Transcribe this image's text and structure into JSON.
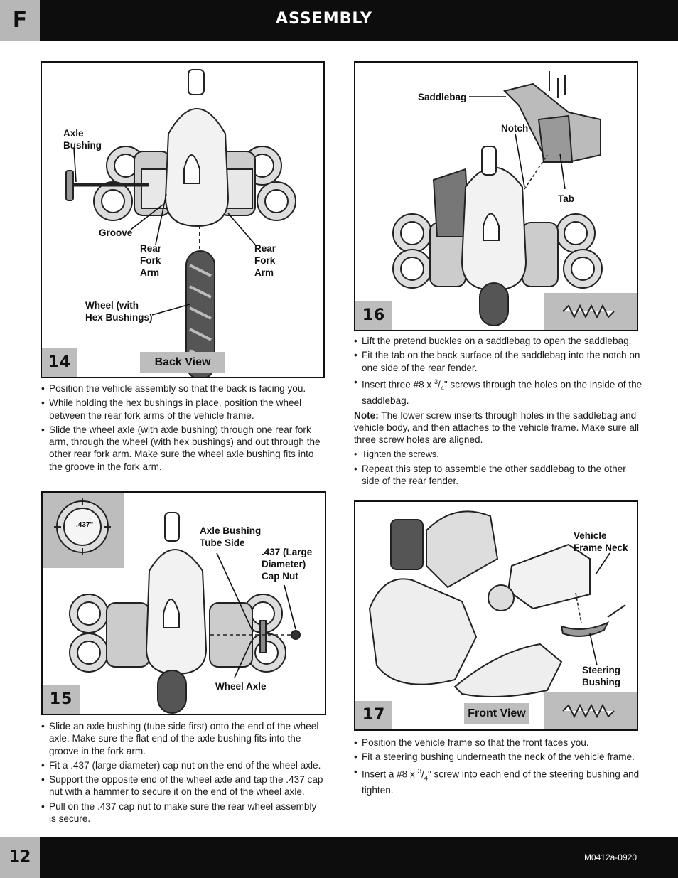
{
  "header": {
    "section": "F",
    "title": "ASSEMBLY"
  },
  "footer": {
    "page_number": "12",
    "code": "M0412a-0920"
  },
  "step14": {
    "number": "14",
    "view": "Back View",
    "labels": {
      "axle_bushing": "Axle\nBushing",
      "groove": "Groove",
      "rear_fork_left": "Rear\nFork\nArm",
      "rear_fork_right": "Rear\nFork\nArm",
      "wheel": "Wheel (with\nHex Bushings)"
    },
    "instructions": [
      "Position the vehicle assembly so that the back is facing you.",
      "While holding the hex bushings in place, position the wheel between the rear fork arms of the vehicle frame.",
      "Slide the wheel axle (with axle bushing) through one rear fork arm, through the wheel (with hex bushings) and out through the other rear fork arm. Make sure the wheel axle bushing fits into the groove in the fork arm."
    ]
  },
  "step15": {
    "number": "15",
    "inset_label": ".437\"",
    "labels": {
      "axle_bushing_tube": "Axle Bushing\nTube Side",
      "cap_nut": ".437 (Large\nDiameter)\nCap Nut",
      "wheel_axle": "Wheel Axle"
    },
    "instructions": [
      "Slide an axle bushing (tube side first) onto the end of the wheel axle. Make sure the flat end of the axle bushing fits into the groove in the fork arm.",
      "Fit a .437 (large diameter) cap nut on the end of the wheel axle.",
      "Support the opposite end of the wheel axle and tap the .437 cap nut with a hammer to secure it on the end of the wheel axle.",
      "Pull on the .437 cap nut to make sure the rear wheel assembly is secure."
    ]
  },
  "step16": {
    "number": "16",
    "labels": {
      "saddlebag": "Saddlebag",
      "notch": "Notch",
      "tab": "Tab"
    },
    "instructions": [
      "Lift the pretend buckles on a saddlebag to open the saddlebag.",
      "Fit the tab on the back surface of the saddlebag into the notch on one side of the rear fender."
    ],
    "screw_instruction": {
      "pre": "Insert three #8 x ",
      "num": "3",
      "den": "4",
      "post": "\" screws through the holes on the inside of the saddlebag."
    },
    "note_label": "Note:",
    "note_text": " The lower screw inserts through holes in the saddlebag and vehicle body, and then attaches to the vehicle frame. Make sure all three screw holes are aligned.",
    "instructions_after": [
      "Tighten the screws.",
      "Repeat this step to assemble the other saddlebag to the other side of the rear fender."
    ]
  },
  "step17": {
    "number": "17",
    "view": "Front View",
    "labels": {
      "neck": "Vehicle\nFrame Neck",
      "steering": "Steering\nBushing"
    },
    "instructions": [
      "Position the vehicle frame so that the front faces you.",
      "Fit a steering bushing underneath the neck of the vehicle frame."
    ],
    "screw_instruction": {
      "pre": "Insert a #8 x ",
      "num": "3",
      "den": "4",
      "post": "\" screw into each end of the steering bushing and tighten."
    }
  },
  "colors": {
    "band": "#0d0d0d",
    "tab_gray": "#b7b7b7",
    "label_gray": "#bdbdbd"
  }
}
